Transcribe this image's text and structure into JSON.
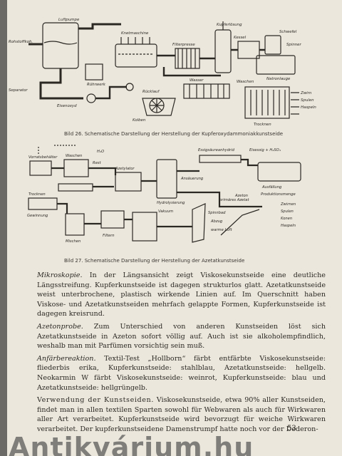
{
  "figure1": {
    "caption": "Bild 26. Schematische Darstellung der Herstellung der Kupferoxydammoniakkunstseide",
    "labels": {
      "luftpumpe": "Luftpumpe",
      "rohstoffkoh": "Rohstoffkoh.",
      "separator": "Separator",
      "eisenoxyd": "Eisenoxyd",
      "knetmaschine": "Knetmaschine",
      "ruehrwerk": "Rührwerk",
      "filterpresse": "Filterpresse",
      "kupferloesung": "Kupferlösung",
      "kessel": "Kessel",
      "wasser": "Wasser",
      "ruecklauf": "Rücklauf",
      "kolben": "Kolben",
      "natronlauge": "Natronlauge",
      "schwefel": "Schwefel",
      "spinner": "Spinner",
      "trocknen": "Trocknen",
      "zwirn": "Zwirn",
      "spulen": "Spulen",
      "haspeln": "Haspeln",
      "waschen": "Waschen"
    }
  },
  "figure2": {
    "caption": "Bild 27. Schematische Darstellung der Herstellung der Azetatkunstseide",
    "labels": {
      "vorrat": "Vorratsbehälter",
      "waschen": "Waschen",
      "h2o": "H₂O",
      "essigsaeure": "Essigsäureanhydrid",
      "eisessig": "Eisessig + H₂SO₄",
      "rest": "Rest",
      "azetylator": "Azetylator",
      "ansaeuern": "Ansäuerung",
      "ausfaellung": "Ausfällung",
      "hydrolyse": "Hydrolysierung",
      "primaeres": "primäres Azetat",
      "azeton": "Azeton",
      "trocknen": "Trocknen",
      "gewinnung": "Gewinnung",
      "mischen": "Mischen",
      "filtern": "Filtern",
      "vakuum": "Vakuum",
      "spinnbad": "Spinnbad",
      "abzug": "Abzug",
      "warme_luft": "warme Luft",
      "produktion": "Produktionsmenge",
      "zwirnen": "Zwirnen",
      "spulen": "Spulen",
      "konen": "Konen",
      "haspeln": "Haspeln"
    }
  },
  "text": {
    "p1_lead": "Mikroskopie.",
    "p1": " In der Längsansicht zeigt Viskosekunstseide eine deutliche Längsstreifung. Kupferkunstseide ist dagegen strukturlos glatt. Azetatkunstseide weist unterbrochene, plastisch wirkende Linien auf. Im Querschnitt haben Viskose- und Azetatkunstseiden mehrfach gelappte Formen, Kupferkunstseide ist dagegen kreisrund.",
    "p2_lead": "Azetonprobe.",
    "p2": " Zum Unterschied von anderen Kunstseiden löst sich Azetatkunstseide in Azeton sofort völlig auf. Auch ist sie alkoholempfindlich, weshalb man mit Parfümen vorsichtig sein muß.",
    "p3_lead": "Anfärbereaktion.",
    "p3": " Textil-Test „Hollborn“ färbt entfärbte Viskosekunstseide: fliederbis erika, Kupferkunstseide: stahlblau, Azetatkunstseide: hellgelb. Neokarmin W färbt Viskosekunstseide: weinrot, Kupferkunstseide: blau und Azetatkunstseide: hellgrüngelb.",
    "p4_lead": "Verwendung der Kunstseiden.",
    "p4": " Viskosekunstseide, etwa 90% aller Kunstseiden, findet man in allen textilen Sparten sowohl für Webwaren als auch für Wirkwaren aller Art verarbeitet. Kupferkunstseide wird bevorzugt für weiche Wirkwaren verarbeitet. Der kupferkunstseidene Damenstrumpf hatte noch vor der Dederon-"
  },
  "page_number": "53",
  "watermark": "Antikvárium.hu"
}
